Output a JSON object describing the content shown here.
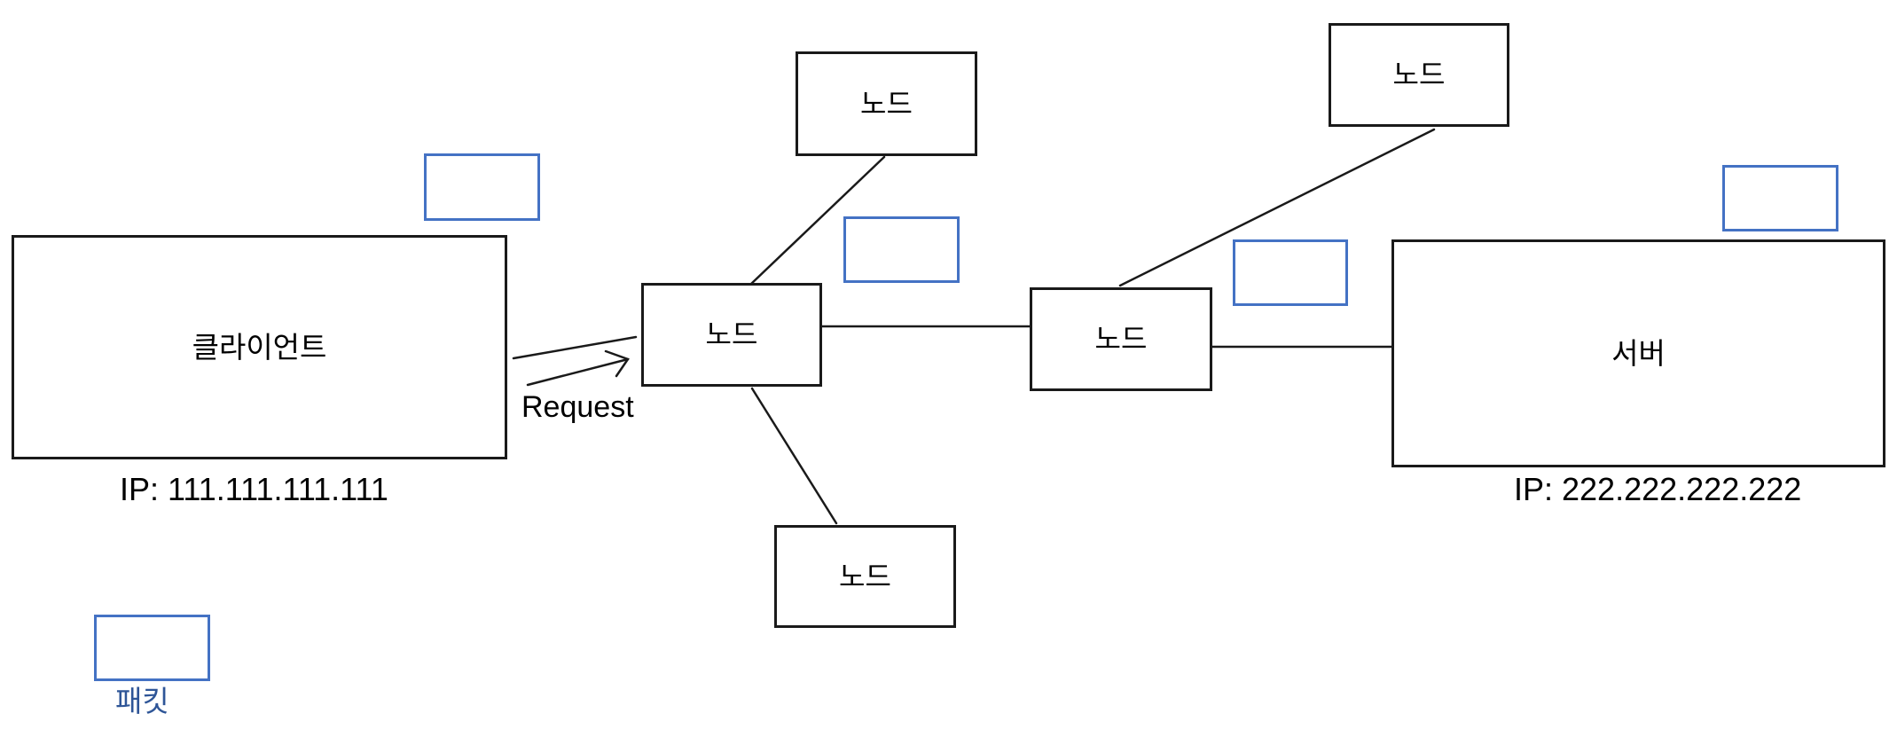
{
  "client": {
    "label": "클라이언트",
    "ip": "IP: 111.111.111.111"
  },
  "server": {
    "label": "서버",
    "ip": "IP: 222.222.222.222"
  },
  "nodes": [
    "노드",
    "노드",
    "노드",
    "노드",
    "노드"
  ],
  "request_label": "Request",
  "legend": {
    "packet_label": "패킷"
  },
  "colors": {
    "shape_border": "#1a1a1a",
    "connector": "#1a1a1a",
    "packet_border": "#4472C4",
    "packet_label_text": "#2E5597"
  }
}
